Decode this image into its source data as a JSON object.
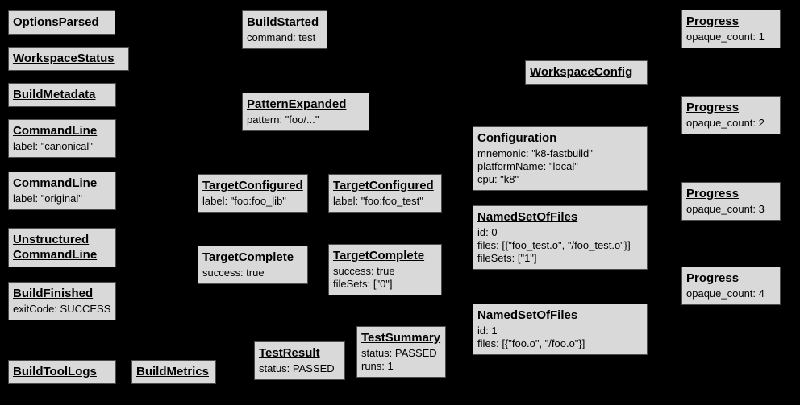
{
  "diagram": {
    "description": "Build Event Protocol event graph",
    "background_color": "#000000",
    "box_fill_color": "#d9d9d9",
    "box_border_color": "#4d4d4d",
    "text_color": "#000000"
  },
  "nodes": [
    {
      "title": "OptionsParsed",
      "body": ""
    },
    {
      "title": "WorkspaceStatus",
      "body": ""
    },
    {
      "title": "BuildMetadata",
      "body": ""
    },
    {
      "title": "CommandLine",
      "body": "label: \"canonical\""
    },
    {
      "title": "CommandLine",
      "body": "label: \"original\""
    },
    {
      "title": "Unstructured\nCommandLine",
      "body": ""
    },
    {
      "title": "BuildFinished",
      "body": "exitCode: SUCCESS"
    },
    {
      "title": "BuildToolLogs",
      "body": ""
    },
    {
      "title": "BuildMetrics",
      "body": ""
    },
    {
      "title": "BuildStarted",
      "body": "command: test"
    },
    {
      "title": "PatternExpanded",
      "body": "pattern: \"foo/...\""
    },
    {
      "title": "TargetConfigured",
      "body": "label: \"foo:foo_lib\""
    },
    {
      "title": "TargetConfigured",
      "body": "label: \"foo:foo_test\""
    },
    {
      "title": "TargetComplete",
      "body": "success: true"
    },
    {
      "title": "TargetComplete",
      "body": "success: true\nfileSets: [\"0\"]"
    },
    {
      "title": "TestResult",
      "body": "status: PASSED"
    },
    {
      "title": "TestSummary",
      "body": "status: PASSED\nruns: 1"
    },
    {
      "title": "WorkspaceConfig",
      "body": ""
    },
    {
      "title": "Configuration",
      "body": "mnemonic: \"k8-fastbuild\"\nplatformName: \"local\"\ncpu: \"k8\""
    },
    {
      "title": "NamedSetOfFiles",
      "body": "id: 0\nfiles: [{\"foo_test.o\", \"/foo_test.o\"}]\nfileSets: [\"1\"]"
    },
    {
      "title": "NamedSetOfFiles",
      "body": "id: 1\nfiles: [{\"foo.o\", \"/foo.o\"}]"
    },
    {
      "title": "Progress",
      "body": "opaque_count: 1"
    },
    {
      "title": "Progress",
      "body": "opaque_count: 2"
    },
    {
      "title": "Progress",
      "body": "opaque_count: 3"
    },
    {
      "title": "Progress",
      "body": "opaque_count: 4"
    }
  ]
}
